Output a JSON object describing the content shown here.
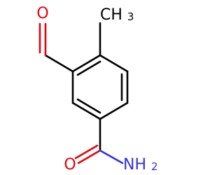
{
  "molecule": {
    "atoms": {
      "aldehyde_oxygen": {
        "symbol": "O",
        "color": "#e8000b"
      },
      "methyl": {
        "symbol": "CH",
        "subscript": "3",
        "color": "#000000"
      },
      "amide_oxygen": {
        "symbol": "O",
        "color": "#e8000b"
      },
      "amide_nitrogen": {
        "symbol": "NH",
        "subscript": "2",
        "color": "#3131e6"
      }
    },
    "colors": {
      "bond": "#000000",
      "oxygen": "#e8000b",
      "nitrogen": "#3131e6",
      "background": "#ffffff"
    }
  }
}
